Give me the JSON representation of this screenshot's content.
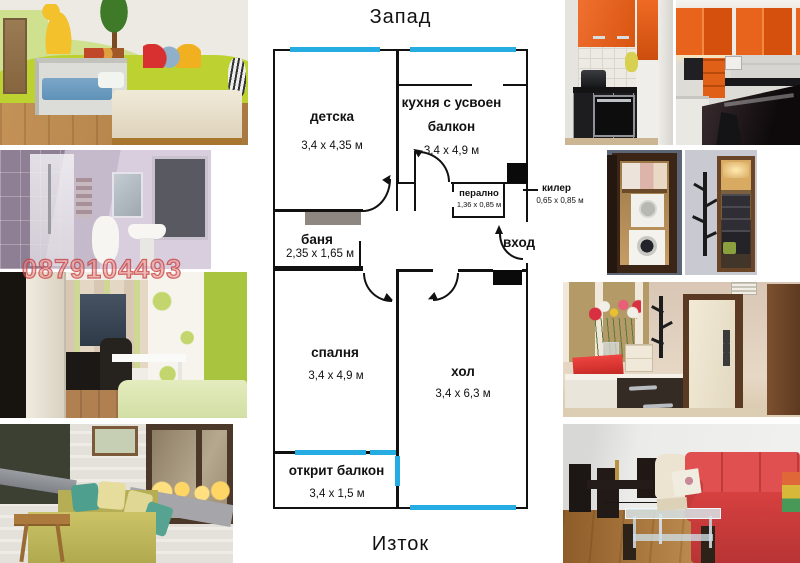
{
  "compass": {
    "west": "Запад",
    "east": "Изток"
  },
  "watermark": {
    "phone": "0879104493"
  },
  "plan": {
    "wall_color": "#111111",
    "window_color": "#25ace3",
    "entrance_label": "вход",
    "rooms": [
      {
        "name": "детска",
        "size": "3,4 х 4,35 м"
      },
      {
        "name": "кухня с усвоен балкон",
        "size": "3,4 х 4,9 м"
      },
      {
        "name": "баня",
        "size": "2,35 х 1,65 м"
      },
      {
        "name": "перално",
        "size": "1,36 х 0,85 м"
      },
      {
        "name": "килер",
        "size": "0,65 х 0,85 м"
      },
      {
        "name": "спалня",
        "size": "3,4 х 4,9 м"
      },
      {
        "name": "хол",
        "size": "3,4 х 6,3 м"
      },
      {
        "name": "открит балкон",
        "size": "3,4 х 1,5 м"
      }
    ]
  }
}
